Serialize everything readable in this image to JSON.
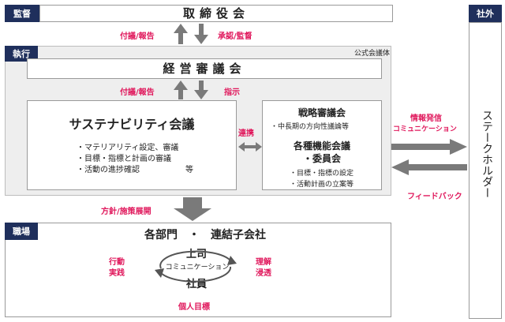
{
  "tags": {
    "supervision": "監督",
    "execution": "執行",
    "workplace": "職場",
    "external": "社外"
  },
  "board": {
    "title": "取締役会"
  },
  "flows": {
    "report_up_1": "付議/報告",
    "approve": "承認/監督",
    "report_up_2": "付議/報告",
    "instruct": "指示",
    "policy": "方針/施策展開",
    "info": "情報発信",
    "communication": "コミュニケーション",
    "feedback": "フィードバック",
    "collab": "連携"
  },
  "official_label": "公式会議体",
  "management": {
    "title": "経営審議会"
  },
  "sustainability": {
    "title": "サステナビリティ会議",
    "items": [
      "・マテリアリティ設定、審議",
      "・目標・指標と計画の審議",
      "・活動の進捗確認"
    ],
    "etc": "等"
  },
  "strategy": {
    "title": "戦略審議会",
    "sub": "・中長期の方向性議論等",
    "title2a": "各種機能会議",
    "title2b": "・委員会",
    "items": [
      "・目標・指標の設定",
      "・活動計画の立案等"
    ]
  },
  "stakeholder": "ステークホルダー",
  "workplace": {
    "title": "各部門　・　連結子会社",
    "boss": "上司",
    "comm": "コミュニケーション",
    "staff": "社員",
    "left1": "行動",
    "left2": "実践",
    "right1": "理解",
    "right2": "浸透",
    "goal": "個人目標"
  }
}
